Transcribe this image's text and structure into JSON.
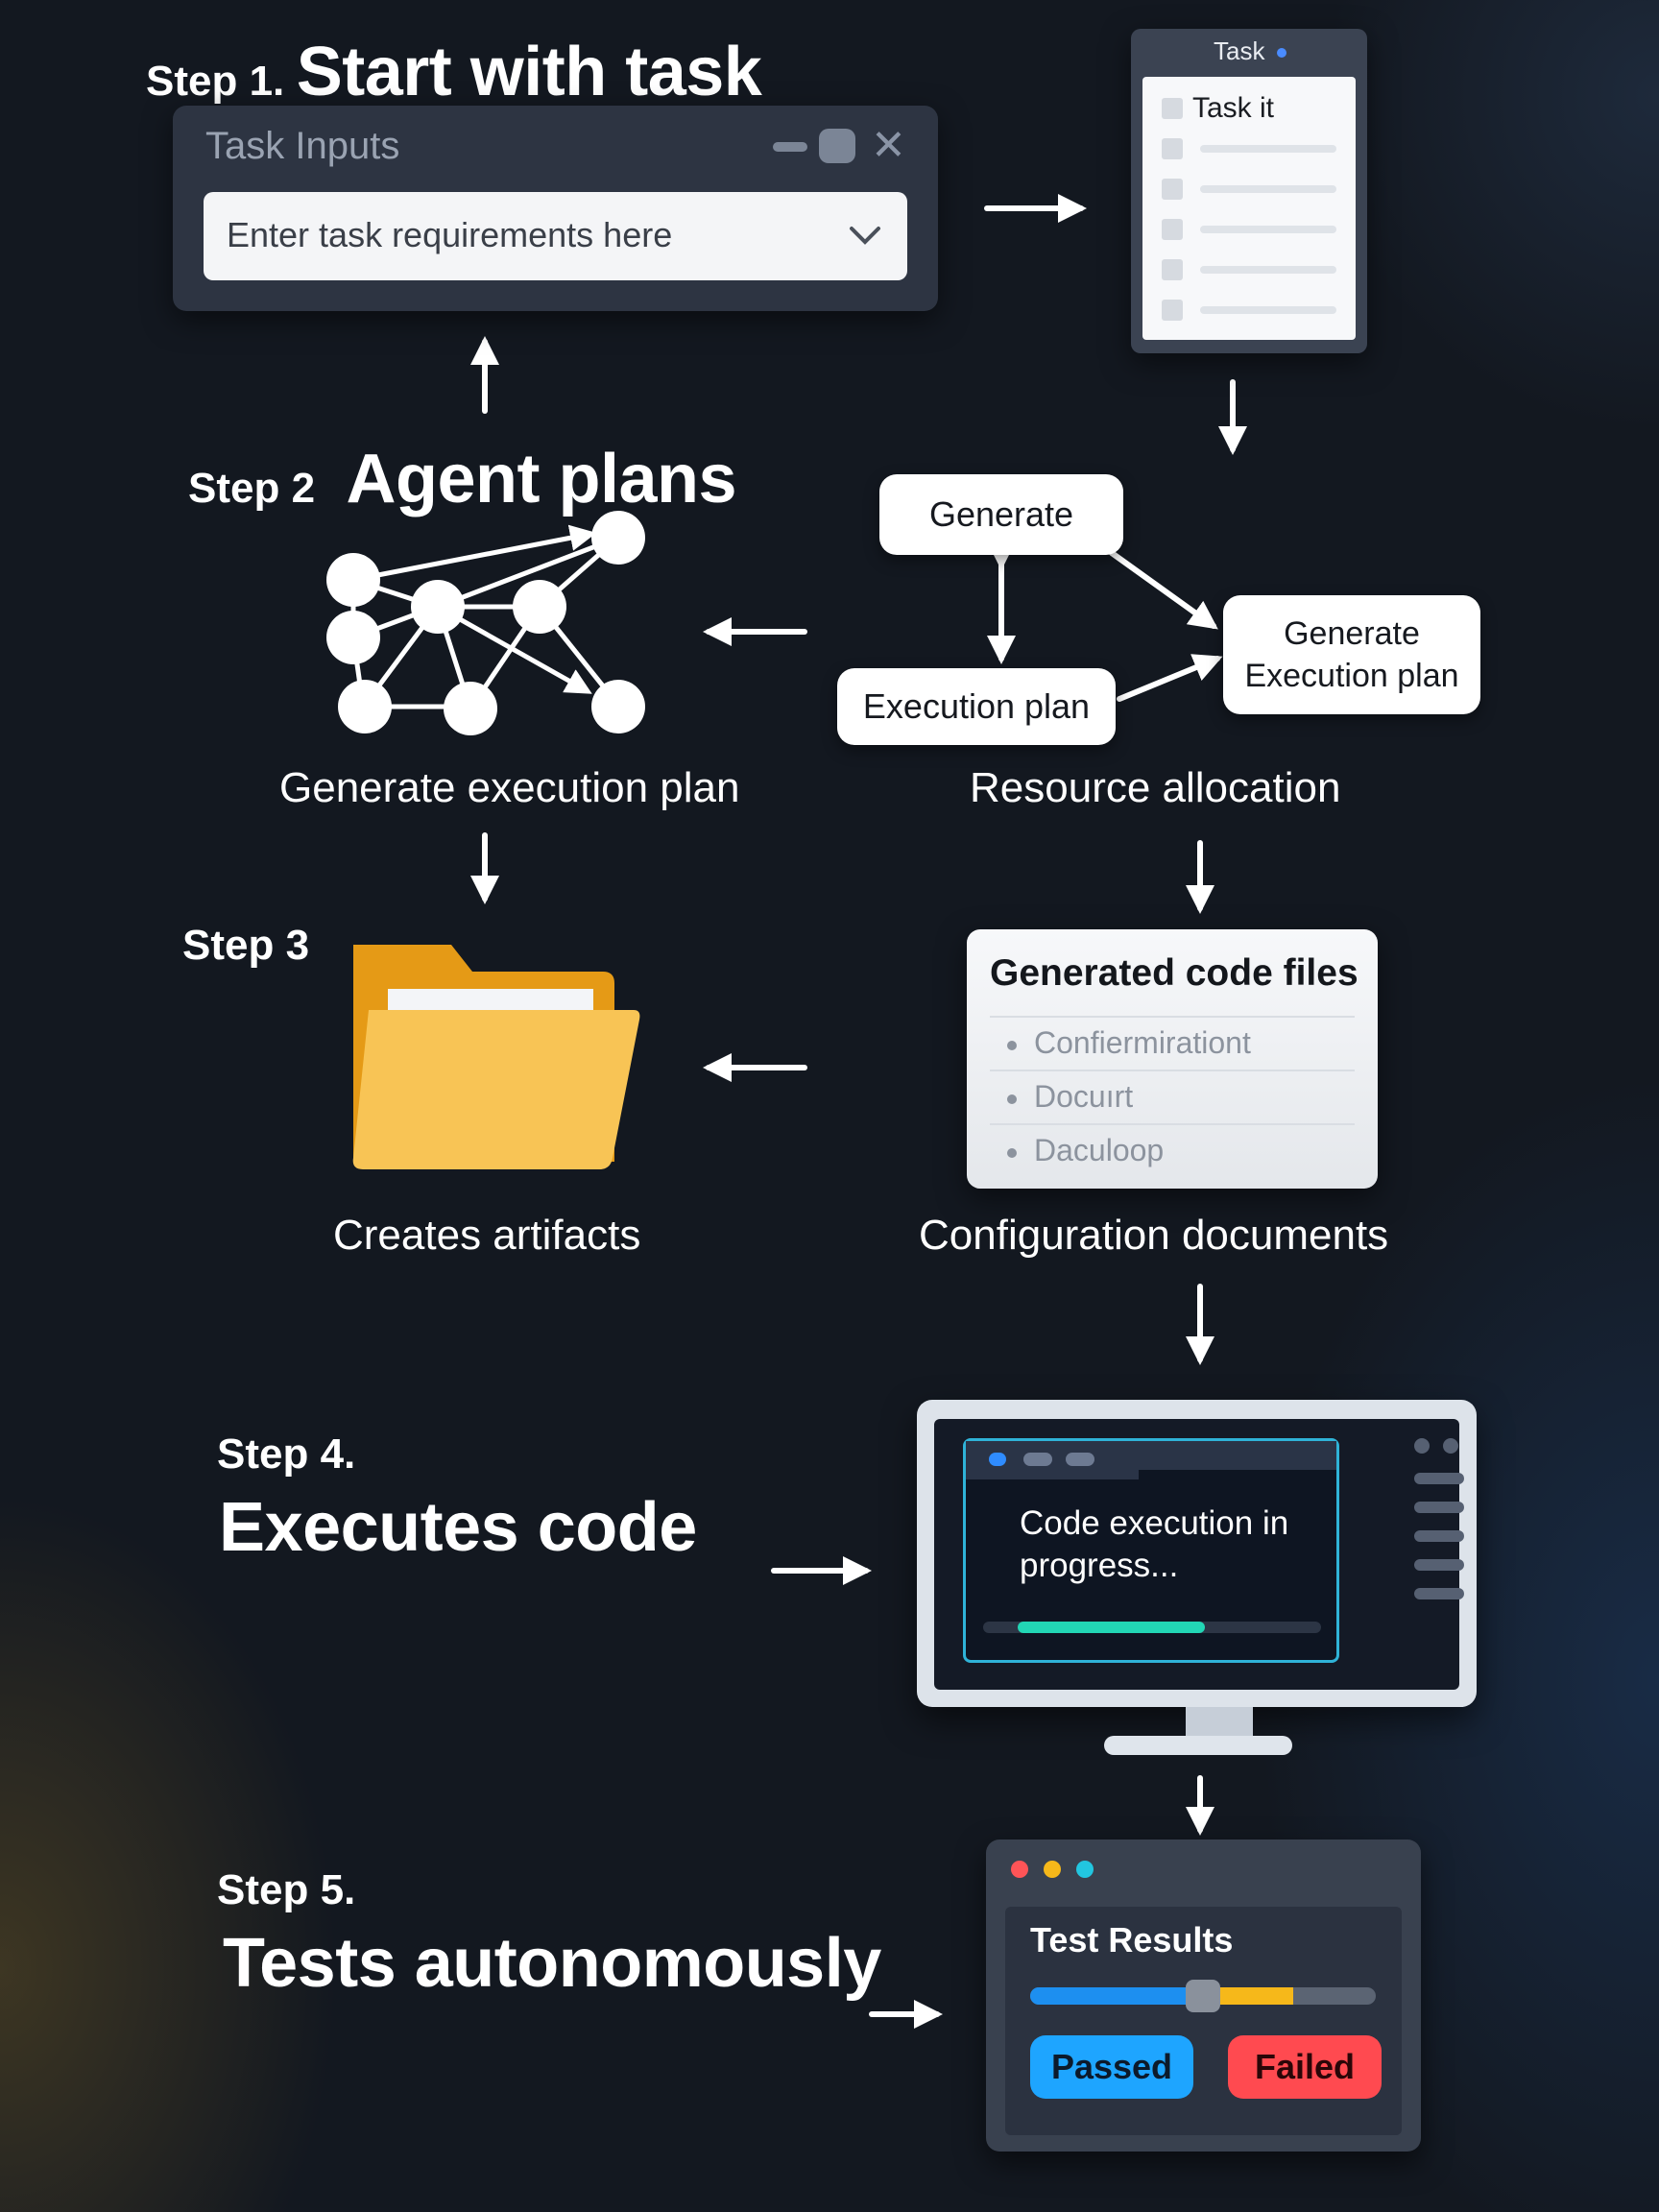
{
  "step1": {
    "label": "Step 1.",
    "title": "Start with task",
    "inputs_window": {
      "title": "Task Inputs",
      "field_placeholder": "Enter task requirements here"
    },
    "task_window": {
      "title": "Task",
      "first_item": "Task it"
    }
  },
  "step2": {
    "label": "Step 2",
    "title": "Agent plans",
    "caption_left": "Generate execution plan",
    "caption_right": "Resource allocation",
    "box_generate": "Generate",
    "box_execution_plan": "Execution plan",
    "box_generate_execution_plan": [
      "Generate",
      "Execution plan"
    ]
  },
  "step3": {
    "label": "Step 3",
    "caption_left": "Creates artifacts",
    "caption_right": "Configuration documents",
    "code_card": {
      "title": "Generated code files",
      "items": [
        "Confiermirationt",
        "Docuırt",
        "Daculoop"
      ]
    }
  },
  "step4": {
    "label": "Step 4.",
    "title": "Executes code",
    "terminal_text": "Code execution in progress...",
    "progress": 0.73
  },
  "step5": {
    "label": "Step 5.",
    "title": "Tests autonomously",
    "panel_title": "Test Results",
    "passed_label": "Passed",
    "failed_label": "Failed",
    "passed_fraction": 0.5,
    "failed_fraction": 0.26
  },
  "colors": {
    "background": "#131820",
    "accent_teal": "#22d6b5",
    "passed": "#1ea5ff",
    "failed": "#ff4a50",
    "folder": "#f8c455",
    "terminal_border": "#2fb3d8"
  }
}
